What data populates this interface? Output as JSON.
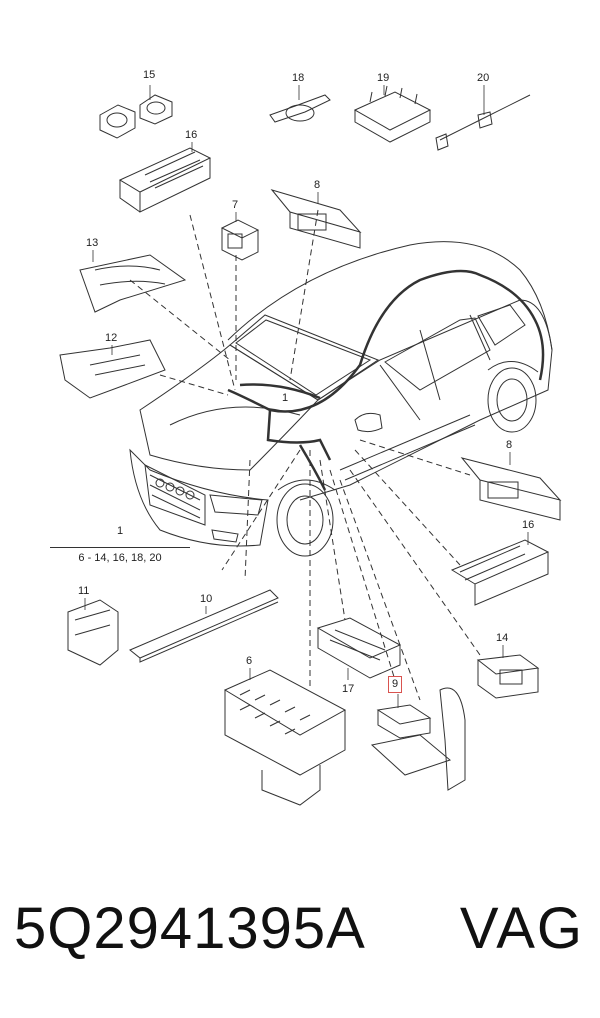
{
  "callouts": {
    "c15": "15",
    "c18": "18",
    "c19": "19",
    "c20": "20",
    "c16a": "16",
    "c7": "7",
    "c8a": "8",
    "c13": "13",
    "c12": "12",
    "c1a": "1",
    "c8b": "8",
    "c16b": "16",
    "c11": "11",
    "c10": "10",
    "c14": "14",
    "c17": "17",
    "c6": "6",
    "c9": "9"
  },
  "group": {
    "number": "1",
    "range": "6 - 14, 16, 18, 20"
  },
  "footer": {
    "part_number": "5Q2941395A",
    "brand": "VAG"
  },
  "colors": {
    "line": "#333333",
    "highlight": "#d9534f"
  }
}
